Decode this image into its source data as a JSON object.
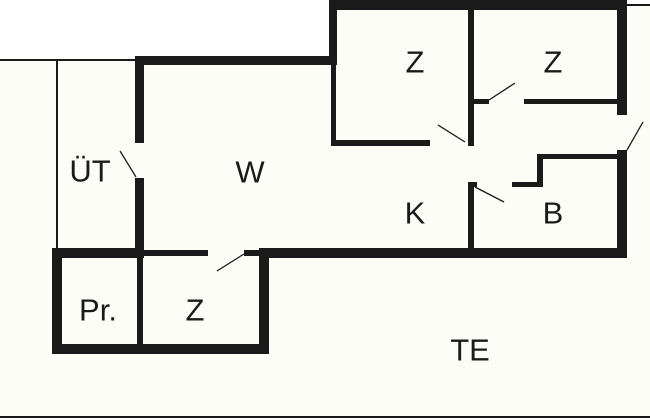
{
  "plan": {
    "colors": {
      "wall": "#1a1a1a",
      "floor": "#fdfdf8",
      "outside": "#ffffff"
    },
    "rooms": [
      {
        "id": "z-top-left",
        "label": "Z"
      },
      {
        "id": "z-top-right",
        "label": "Z"
      },
      {
        "id": "ut",
        "label": "ÜT"
      },
      {
        "id": "w",
        "label": "W"
      },
      {
        "id": "k",
        "label": "K"
      },
      {
        "id": "b",
        "label": "B"
      },
      {
        "id": "pr",
        "label": "Pr."
      },
      {
        "id": "z-bottom",
        "label": "Z"
      },
      {
        "id": "te",
        "label": "TE"
      }
    ]
  }
}
